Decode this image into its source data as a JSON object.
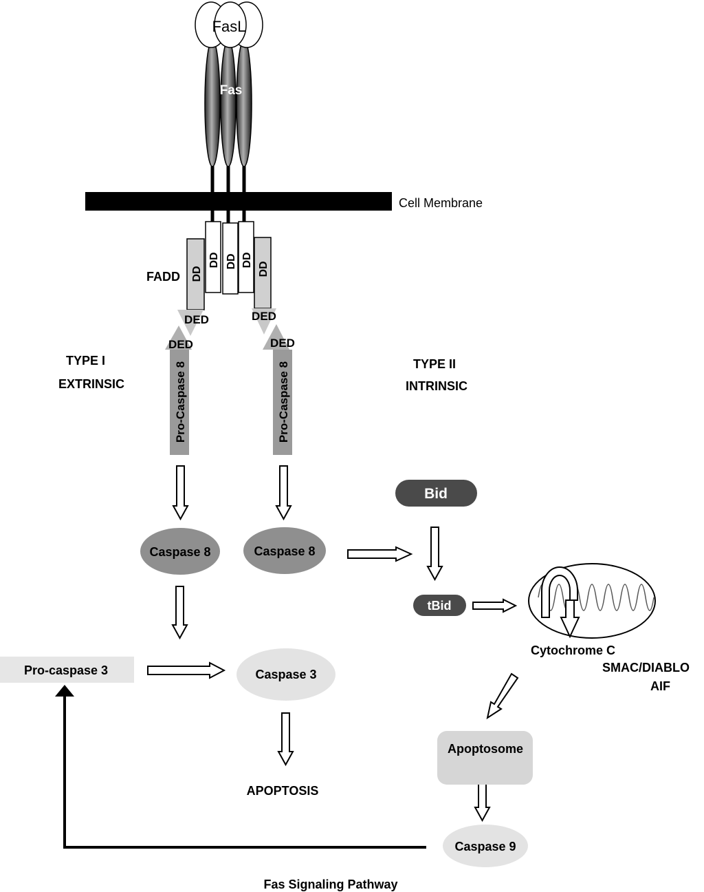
{
  "labels": {
    "fasl": "FasL",
    "fas": "Fas",
    "cell_membrane": "Cell Membrane",
    "fadd": "FADD",
    "dd": "DD",
    "ded": "DED",
    "pro_caspase8": "Pro-Caspase 8",
    "type1": "TYPE I",
    "extrinsic": "EXTRINSIC",
    "type2": "TYPE II",
    "intrinsic": "INTRINSIC",
    "caspase8": "Caspase 8",
    "bid": "Bid",
    "tbid": "tBid",
    "cytochrome_c": "Cytochrome C",
    "smac_diablo": "SMAC/DIABLO",
    "aif": "AIF",
    "pro_caspase3": "Pro-caspase 3",
    "caspase3": "Caspase 3",
    "apoptosis": "APOPTOSIS",
    "apoptosome": "Apoptosome",
    "caspase9": "Caspase 9",
    "caption": "Fas Signaling Pathway"
  },
  "colors": {
    "membrane": "#000000",
    "dd_outer": "#d0d0d0",
    "dd_inner": "#ffffff",
    "procaspase8": "#9a9a9a",
    "caspase8": "#8f8f8f",
    "bid": "#4a4a4a",
    "caspase3": "#e3e3e3",
    "procaspase3": "#e6e6e6",
    "apoptosome": "#d6d6d6",
    "caspase9": "#e3e3e3"
  }
}
